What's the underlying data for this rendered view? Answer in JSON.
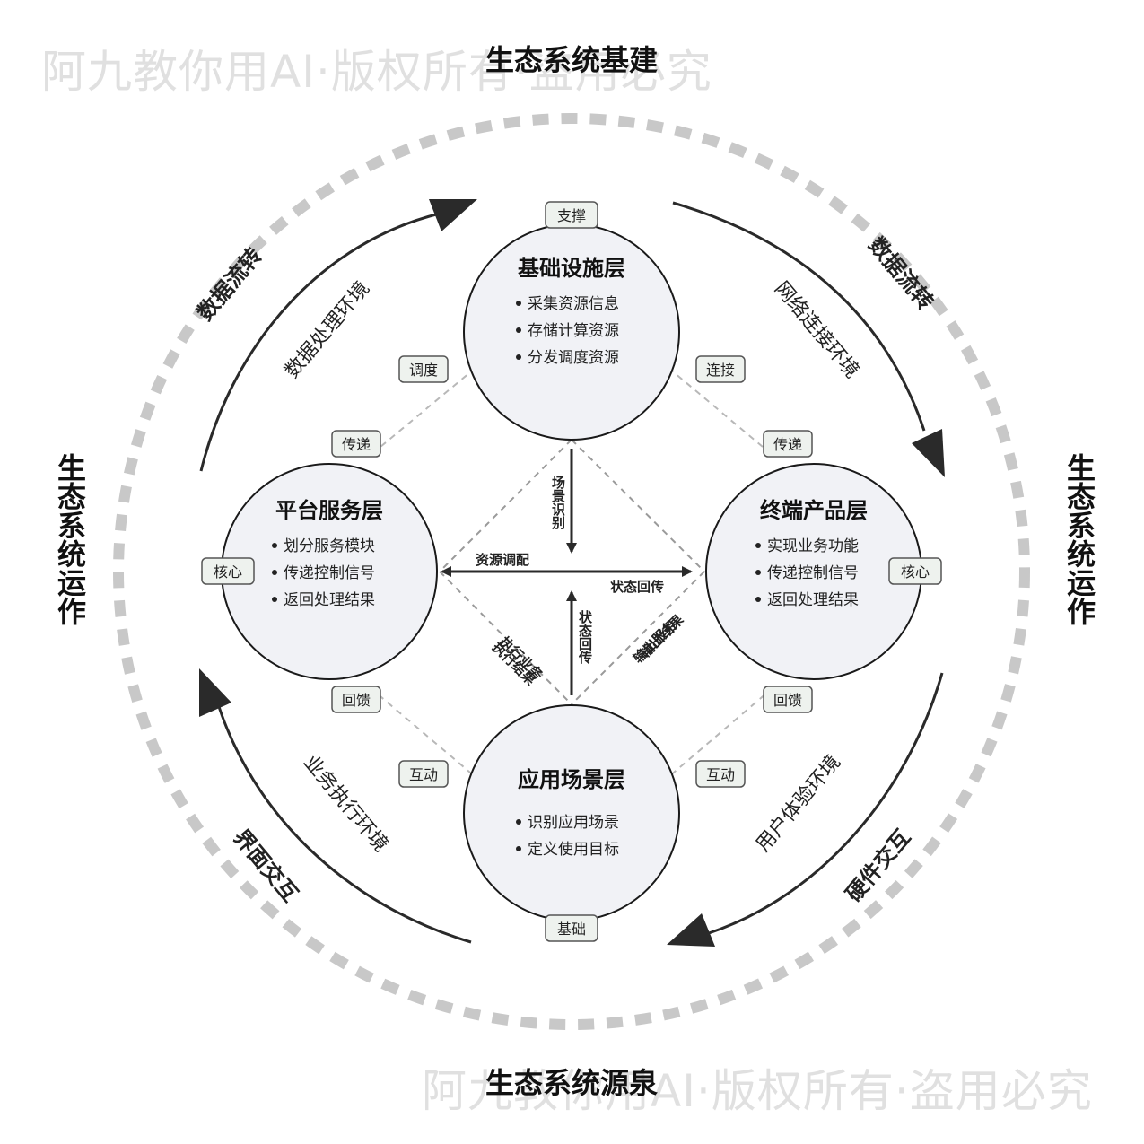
{
  "watermark": {
    "top": "阿九教你用AI·版权所有·盗用必究",
    "bottom": "阿九教你用AI·版权所有·盗用必究"
  },
  "titles": {
    "top": "生态系统基建",
    "bottom": "生态系统源泉",
    "left": "生态系统运作",
    "right": "生态系统运作"
  },
  "nodes": {
    "infrastructure": {
      "title": "基础设施层",
      "items": [
        "采集资源信息",
        "存储计算资源",
        "分发调度资源"
      ],
      "tag": "支撑"
    },
    "platform": {
      "title": "平台服务层",
      "items": [
        "划分服务模块",
        "传递控制信号",
        "返回处理结果"
      ],
      "tag": "核心"
    },
    "terminal": {
      "title": "终端产品层",
      "items": [
        "实现业务功能",
        "传递控制信号",
        "返回处理结果"
      ],
      "tag": "核心"
    },
    "application": {
      "title": "应用场景层",
      "items": [
        "识别应用场景",
        "定义使用目标"
      ],
      "tag": "基础"
    }
  },
  "edge_tags": {
    "infra_platform": "调度",
    "platform_infra": "传递",
    "infra_terminal": "连接",
    "terminal_infra": "传递",
    "platform_app": "回馈",
    "app_platform": "互动",
    "terminal_app": "回馈",
    "app_terminal": "互动"
  },
  "arc_labels": {
    "top_left_outer": "数据流转",
    "top_left_inner": "数据处理环境",
    "top_right_outer": "数据流转",
    "top_right_inner": "网络连接环境",
    "bottom_left_outer": "界面交互",
    "bottom_left_inner": "业务执行环境",
    "bottom_right_outer": "硬件交互",
    "bottom_right_inner": "用户体验环境"
  },
  "center_labels": {
    "scene_recognition": "场景识别",
    "resource_alloc": "资源调配",
    "state_return_h": "状态回传",
    "state_return_v": "状态回传",
    "exec_result": "执行结果",
    "exec_service": "执行业务",
    "input_service": "输出服务",
    "output_result": "输出结果"
  },
  "colors": {
    "circle_fill": "#f1f2f6",
    "circle_stroke": "#1a1a1a",
    "tag_fill": "#eef2ee",
    "tag_stroke": "#555555",
    "ring": "#c8c8c8",
    "arrow": "#2a2a2a",
    "dashed": "#b0b0b0",
    "watermark": "#e0e0e0"
  }
}
